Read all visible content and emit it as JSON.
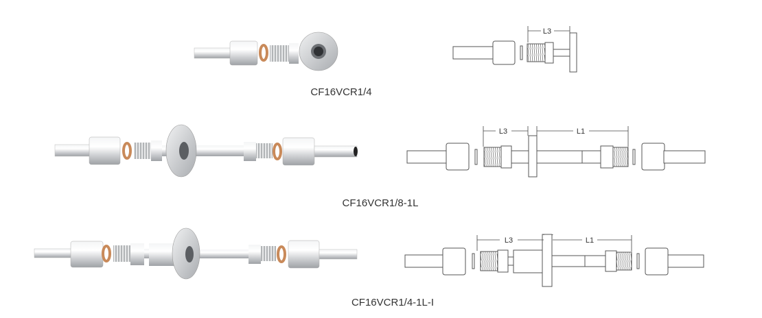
{
  "products": [
    {
      "label": "CF16VCR1/4",
      "dimensions": [
        "L3"
      ]
    },
    {
      "label": "CF16VCR1/8-1L",
      "dimensions": [
        "L3",
        "L1"
      ]
    },
    {
      "label": "CF16VCR1/4-1L-I",
      "dimensions": [
        "L3",
        "L1"
      ]
    }
  ],
  "colors": {
    "metal": "#d8dadc",
    "gasket": "#c98a5a",
    "line": "#555555"
  }
}
